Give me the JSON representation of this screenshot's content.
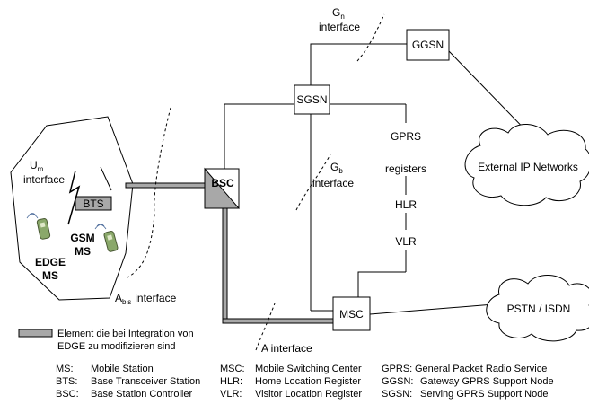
{
  "nodes": {
    "ggsn": "GGSN",
    "sgsn": "SGSN",
    "bsc": "BSC",
    "msc": "MSC",
    "bts": "BTS",
    "gprs_registers": [
      "GPRS",
      "registers"
    ],
    "hlr": "HLR",
    "vlr": "VLR",
    "external_ip": "External IP Networks",
    "pstn": "PSTN / ISDN",
    "gsm_ms": [
      "GSM",
      "MS"
    ],
    "edge_ms": [
      "EDGE",
      "MS"
    ]
  },
  "interfaces": {
    "gn": {
      "letter": "G",
      "sub": "n",
      "word": "interface"
    },
    "gb": {
      "letter": "G",
      "sub": "b",
      "word": "interface"
    },
    "um": {
      "letter": "U",
      "sub": "m",
      "word": "interface"
    },
    "abis": {
      "letter": "A",
      "sub": "bis",
      "word": "interface"
    },
    "a": "A interface"
  },
  "legend": {
    "element_note": [
      "Element die bei Integration von",
      "EDGE zu modifizieren sind"
    ],
    "col1": [
      {
        "abbr": "MS:",
        "text": "Mobile Station"
      },
      {
        "abbr": "BTS:",
        "text": "Base Transceiver Station"
      },
      {
        "abbr": "BSC:",
        "text": "Base Station Controller"
      }
    ],
    "col2": [
      {
        "abbr": "MSC:",
        "text": "Mobile Switching Center"
      },
      {
        "abbr": "HLR:",
        "text": "Home Location Register"
      },
      {
        "abbr": "VLR:",
        "text": "Visitor Location Register"
      }
    ],
    "col3": [
      {
        "abbr": "GPRS:",
        "text": "General Packet Radio Service"
      },
      {
        "abbr": "GGSN:",
        "text": "Gateway GPRS Support Node"
      },
      {
        "abbr": "SGSN:",
        "text": "Serving GPRS Support Node"
      }
    ]
  },
  "colors": {
    "modified_element": "#a8a8a8",
    "line": "#000000",
    "phone": "#8aa86a"
  }
}
